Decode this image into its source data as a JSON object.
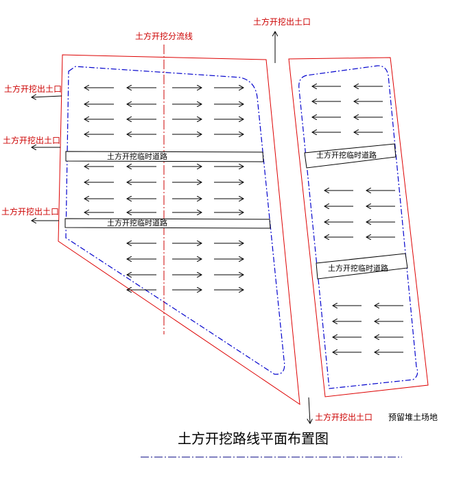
{
  "title": "土方开挖路线平面布置图",
  "labels": {
    "split_line": "土方开挖分流线",
    "exit_top": "土方开挖出土口",
    "exit_left_1": "土方开挖出土口",
    "exit_left_2": "土方开挖出土口",
    "exit_left_3": "土方开挖出土口",
    "exit_bottom": "土方开挖出土口",
    "road_left_1": "土方开挖临时道路",
    "road_left_2": "土方开挖临时道路",
    "road_right_1": "土方开挖临时道路",
    "road_right_2": "土方开挖临时道路",
    "stockpile": "预留堆土场地"
  },
  "colors": {
    "boundary": "#dd0000",
    "excavation_line": "#0000cc",
    "split_line": "#cc0000",
    "arrows": "#000000",
    "title_underline": "#000080"
  }
}
